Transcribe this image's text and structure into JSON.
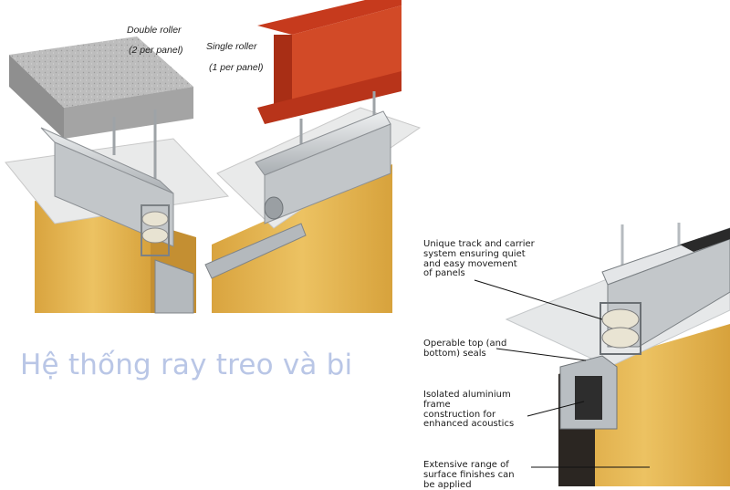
{
  "captions": {
    "double_roller": "Double roller",
    "double_roller_note": "(2 per panel)",
    "single_roller": "Single roller",
    "single_roller_note": "(1 per panel)"
  },
  "title": "Hệ thống ray treo và bi",
  "callouts": [
    {
      "lines": [
        "Unique track and carrier",
        "system ensuring quiet",
        "and easy movement",
        "of panels"
      ]
    },
    {
      "lines": [
        "Operable top (and",
        "bottom) seals"
      ]
    },
    {
      "lines": [
        "Isolated aluminium",
        "frame",
        "construction for",
        "enhanced acoustics"
      ]
    },
    {
      "lines": [
        "Extensive range of",
        "surface finishes can",
        "be applied"
      ]
    }
  ],
  "colors": {
    "wood": "#e2b24e",
    "steel_beam": "#c63a1d",
    "concrete": "#b9b9b9",
    "aluminium": "#c9cdd0",
    "title": "#b9c6e6"
  }
}
